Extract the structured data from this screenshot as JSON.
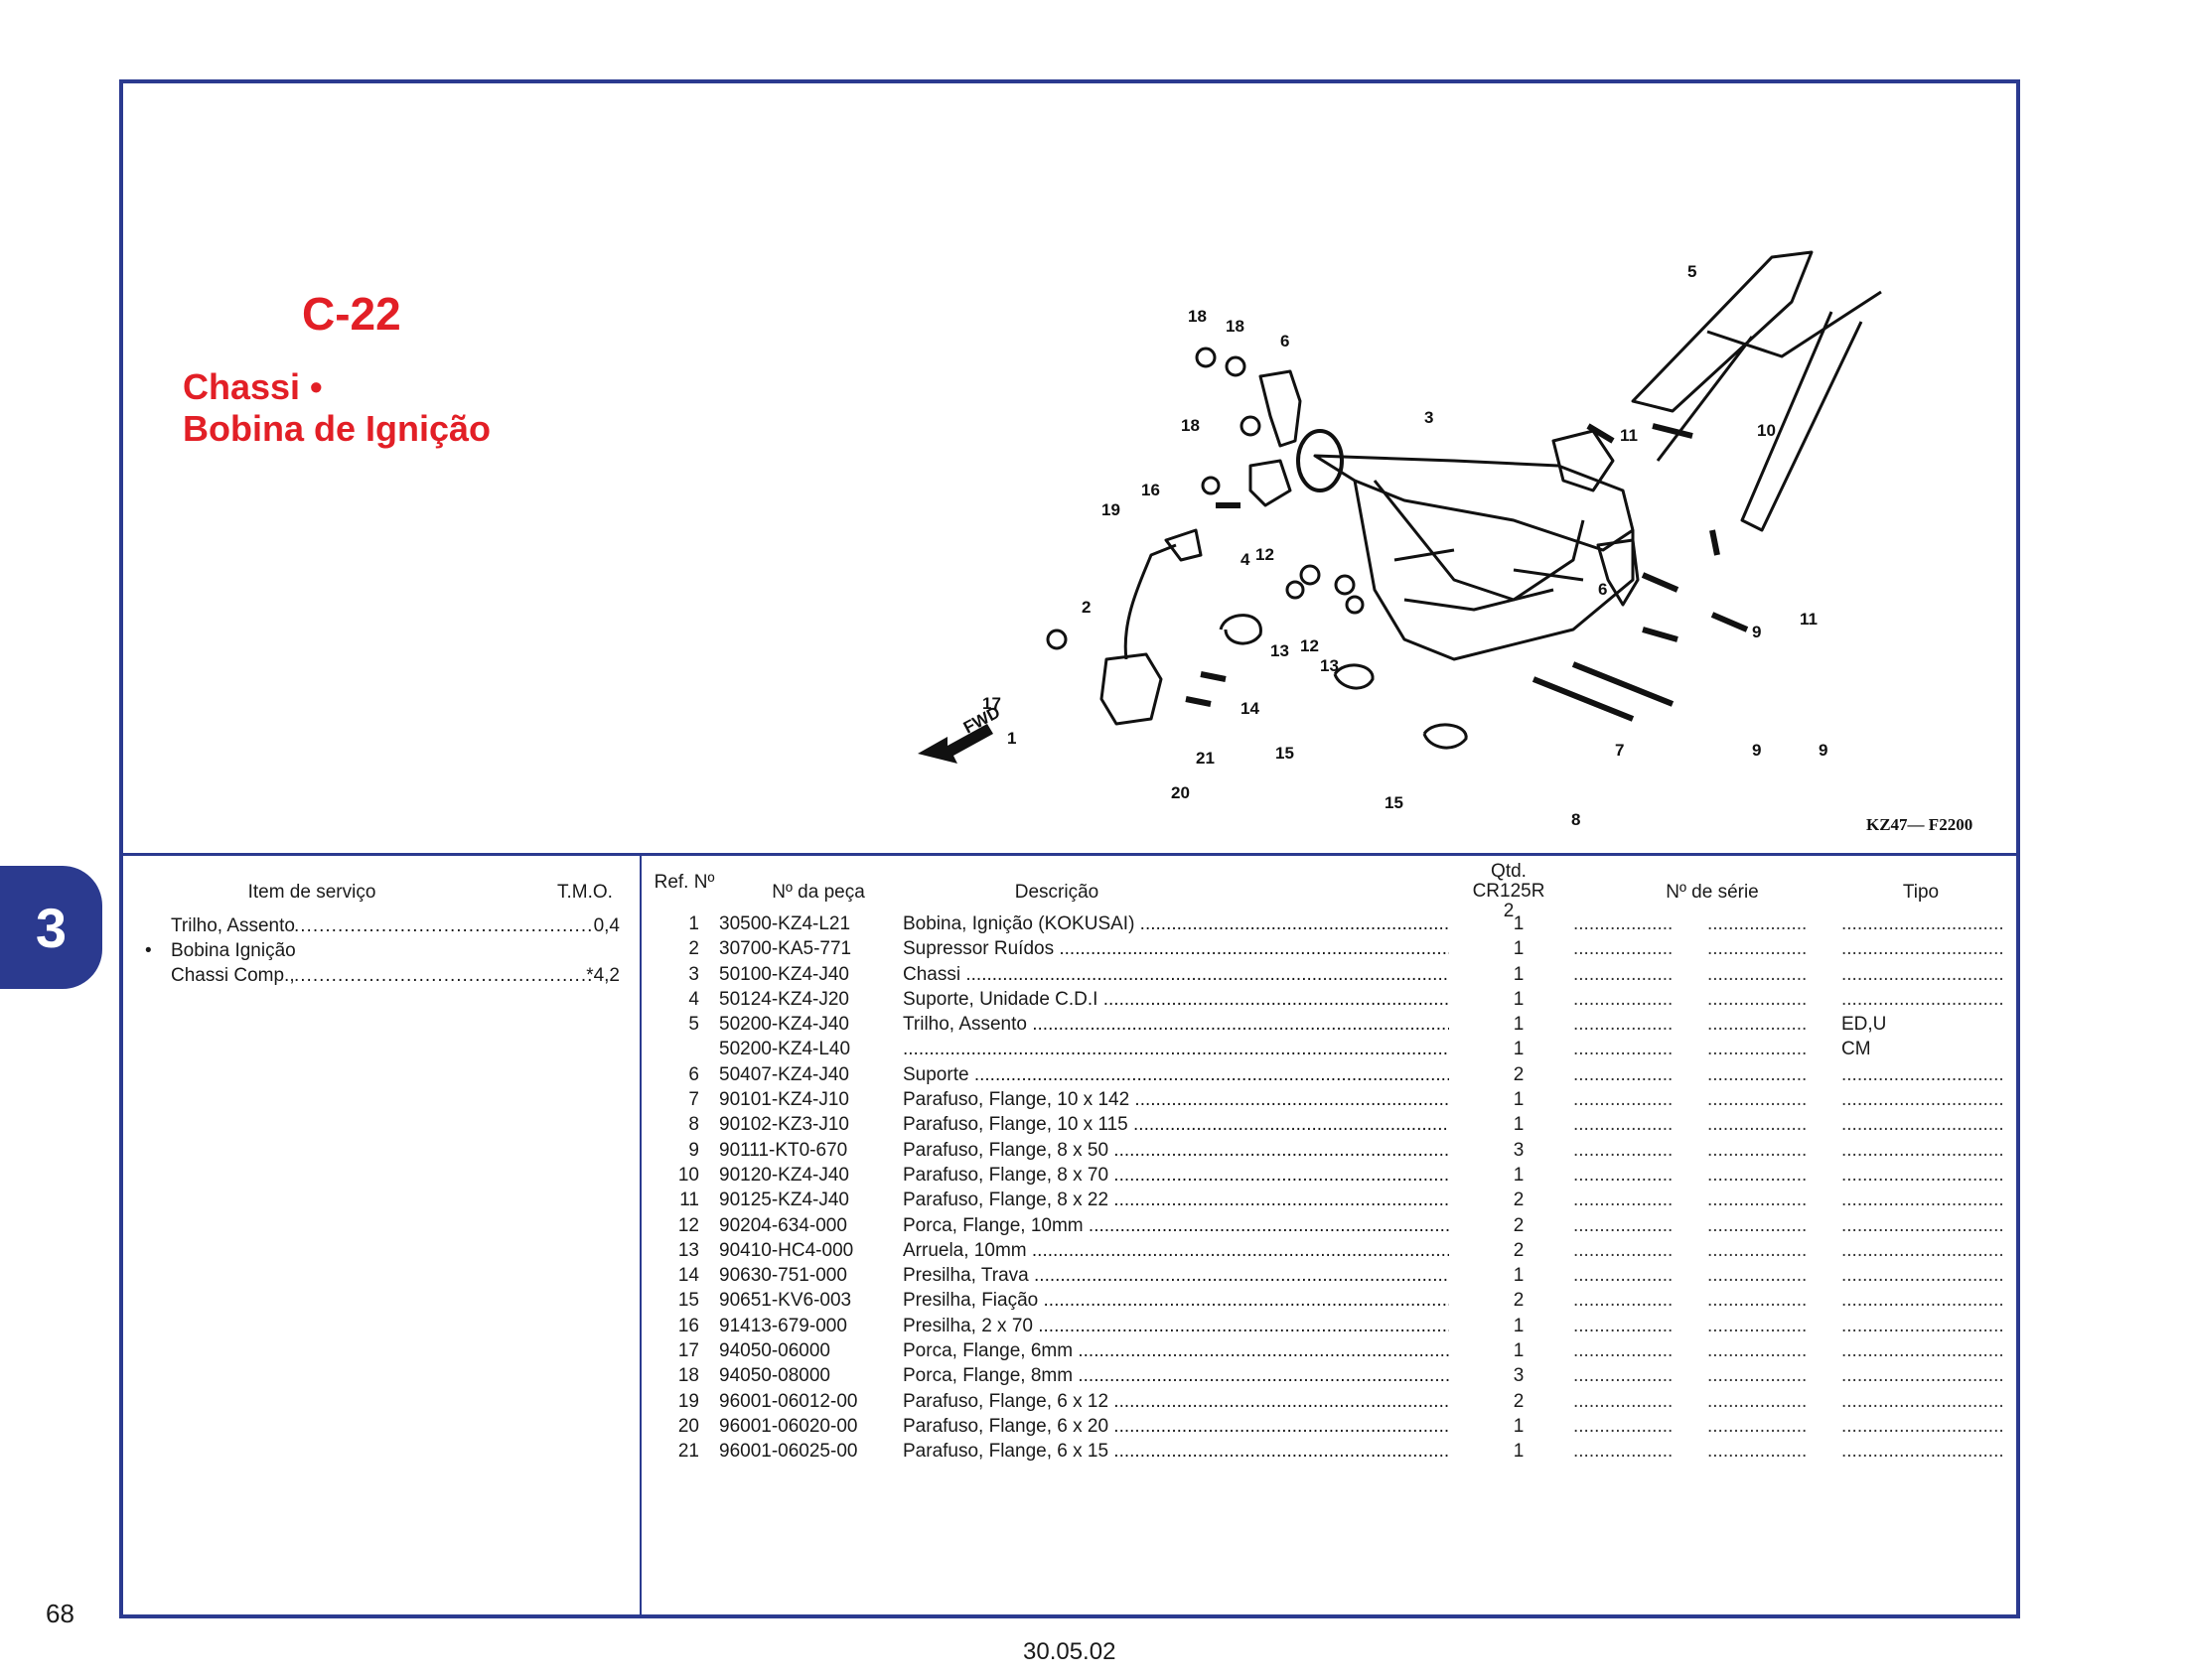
{
  "section_tab": "3",
  "header": {
    "code": "C-22",
    "title_line1": "Chassi •",
    "title_line2": "Bobina de Ignição"
  },
  "diagram": {
    "fwd_label": "FWD",
    "drawing_code": "KZ47— F2200",
    "callouts": [
      "1",
      "2",
      "3",
      "4",
      "5",
      "6",
      "6",
      "7",
      "8",
      "9",
      "9",
      "9",
      "10",
      "11",
      "11",
      "12",
      "12",
      "13",
      "13",
      "14",
      "15",
      "15",
      "16",
      "17",
      "18",
      "18",
      "18",
      "19",
      "20",
      "21"
    ]
  },
  "table_headers": {
    "service_item": "Item de serviço",
    "tmo": "T.M.O.",
    "ref": "Ref. Nº",
    "part_no": "Nº da peça",
    "description": "Descrição",
    "qty_line1": "Qtd.",
    "qty_line2": "CR125R",
    "qty_line3": "2",
    "serial": "Nº de série",
    "tipo": "Tipo"
  },
  "service_items": [
    {
      "bullet": "",
      "label": "Trilho, Assento",
      "value": "0,4"
    },
    {
      "bullet": "•",
      "label": "Bobina Ignição",
      "value": ""
    },
    {
      "bullet": "",
      "label": "Chassi Comp.,",
      "value": "*4,2"
    }
  ],
  "parts": [
    {
      "ref": "1",
      "part": "30500-KZ4-L21",
      "desc": "Bobina, Ignição (KOKUSAI)",
      "qty": "1",
      "tipo": ""
    },
    {
      "ref": "2",
      "part": "30700-KA5-771",
      "desc": "Supressor Ruídos",
      "qty": "1",
      "tipo": ""
    },
    {
      "ref": "3",
      "part": "50100-KZ4-J40",
      "desc": "Chassi",
      "qty": "1",
      "tipo": ""
    },
    {
      "ref": "4",
      "part": "50124-KZ4-J20",
      "desc": "Suporte, Unidade C.D.I",
      "qty": "1",
      "tipo": ""
    },
    {
      "ref": "5",
      "part": "50200-KZ4-J40",
      "desc": "Trilho, Assento",
      "qty": "1",
      "tipo": "ED,U"
    },
    {
      "ref": "",
      "part": "50200-KZ4-L40",
      "desc": "",
      "qty": "1",
      "tipo": "CM"
    },
    {
      "ref": "6",
      "part": "50407-KZ4-J40",
      "desc": "Suporte",
      "qty": "2",
      "tipo": ""
    },
    {
      "ref": "7",
      "part": "90101-KZ4-J10",
      "desc": "Parafuso, Flange, 10 x 142",
      "qty": "1",
      "tipo": ""
    },
    {
      "ref": "8",
      "part": "90102-KZ3-J10",
      "desc": "Parafuso, Flange, 10 x 115",
      "qty": "1",
      "tipo": ""
    },
    {
      "ref": "9",
      "part": "90111-KT0-670",
      "desc": "Parafuso, Flange, 8 x 50",
      "qty": "3",
      "tipo": ""
    },
    {
      "ref": "10",
      "part": "90120-KZ4-J40",
      "desc": "Parafuso, Flange, 8 x 70",
      "qty": "1",
      "tipo": ""
    },
    {
      "ref": "11",
      "part": "90125-KZ4-J40",
      "desc": "Parafuso, Flange, 8 x 22",
      "qty": "2",
      "tipo": ""
    },
    {
      "ref": "12",
      "part": "90204-634-000",
      "desc": "Porca, Flange, 10mm",
      "qty": "2",
      "tipo": ""
    },
    {
      "ref": "13",
      "part": "90410-HC4-000",
      "desc": "Arruela, 10mm",
      "qty": "2",
      "tipo": ""
    },
    {
      "ref": "14",
      "part": "90630-751-000",
      "desc": "Presilha, Trava",
      "qty": "1",
      "tipo": ""
    },
    {
      "ref": "15",
      "part": "90651-KV6-003",
      "desc": "Presilha, Fiação",
      "qty": "2",
      "tipo": ""
    },
    {
      "ref": "16",
      "part": "91413-679-000",
      "desc": "Presilha, 2 x 70",
      "qty": "1",
      "tipo": ""
    },
    {
      "ref": "17",
      "part": "94050-06000",
      "desc": "Porca, Flange, 6mm",
      "qty": "1",
      "tipo": ""
    },
    {
      "ref": "18",
      "part": "94050-08000",
      "desc": "Porca, Flange, 8mm",
      "qty": "3",
      "tipo": ""
    },
    {
      "ref": "19",
      "part": "96001-06012-00",
      "desc": "Parafuso, Flange, 6 x 12",
      "qty": "2",
      "tipo": ""
    },
    {
      "ref": "20",
      "part": "96001-06020-00",
      "desc": "Parafuso, Flange, 6 x 20",
      "qty": "1",
      "tipo": ""
    },
    {
      "ref": "21",
      "part": "96001-06025-00",
      "desc": "Parafuso, Flange, 6 x 15",
      "qty": "1",
      "tipo": ""
    }
  ],
  "footer": {
    "page_number": "68",
    "date": "30.05.02"
  }
}
